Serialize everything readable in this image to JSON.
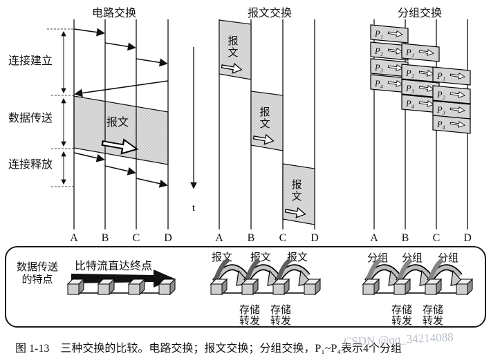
{
  "figure": {
    "sections": [
      {
        "title": "电路交换",
        "stations": [
          "A",
          "B",
          "C",
          "D"
        ],
        "phases": [
          "连接建立",
          "数据传送",
          "连接释放"
        ],
        "block_label": "报文"
      },
      {
        "title": "报文交换",
        "stations": [
          "A",
          "B",
          "C",
          "D"
        ],
        "blocks": [
          {
            "top": "报",
            "bottom": "文"
          },
          {
            "top": "报",
            "bottom": "文"
          },
          {
            "top": "报",
            "bottom": "文"
          }
        ]
      },
      {
        "title": "分组交换",
        "stations": [
          "A",
          "B",
          "C",
          "D"
        ],
        "packets": [
          "P₁",
          "P₂",
          "P₃",
          "P₄"
        ]
      }
    ],
    "time_axis_label": "t"
  },
  "features_panel": {
    "heading_line1": "数据传送",
    "heading_line2": "的特点",
    "circuit_note": "比特流直达终点",
    "message_hop_labels": [
      "报文",
      "报文",
      "报文"
    ],
    "packet_hop_labels": [
      "分组",
      "分组",
      "分组"
    ],
    "store_forward": {
      "line1": "存储",
      "line2": "转发"
    }
  },
  "caption": "图 1-13　三种交换的比较。电路交换；报文交换；分组交换，P₁~P₄表示4个分组",
  "watermark": "CSDN @qq_34214088",
  "colors": {
    "shade_base": "#dedede",
    "shade_dot": "#a8a8a8",
    "hop_dark": "#5e5e5e",
    "hop_light": "#c6c6c6",
    "watermark": "#b9bfc9"
  }
}
